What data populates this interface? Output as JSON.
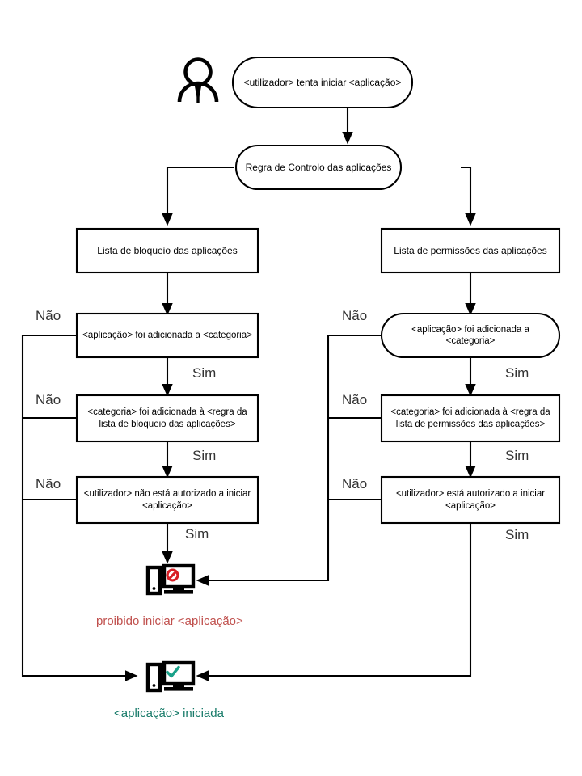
{
  "diagram": {
    "actor": {
      "icon": "user-icon"
    },
    "nodes": {
      "start": {
        "label": "<utilizador> tenta iniciar <aplicação>",
        "shape": "stadium"
      },
      "rule": {
        "label": "Regra de Controlo das aplicações",
        "shape": "stadium"
      },
      "deny_list": {
        "label": "Lista de bloqueio das aplicações",
        "shape": "rect"
      },
      "allow_list": {
        "label": "Lista de permissões das aplicações",
        "shape": "rect"
      },
      "deny_app_in_category": {
        "label": "<aplicação> foi adicionada a <categoria>",
        "shape": "rect"
      },
      "allow_app_in_category": {
        "label": "<aplicação> foi adicionada a <categoria>",
        "shape": "stadium"
      },
      "deny_category_in_rule": {
        "label": "<categoria> foi adicionada à <regra da lista de bloqueio das aplicações>",
        "shape": "rect"
      },
      "allow_category_in_rule": {
        "label": "<categoria> foi adicionada à <regra da lista de permissões das aplicações>",
        "shape": "rect"
      },
      "deny_user_not_allowed": {
        "label": "<utilizador> não está autorizado a iniciar <aplicação>",
        "shape": "rect"
      },
      "allow_user_allowed": {
        "label": "<utilizador> está autorizado a iniciar <aplicação>",
        "shape": "rect"
      }
    },
    "edge_labels": {
      "deny_app_no": "Não",
      "deny_app_yes": "Sim",
      "deny_category_no": "Não",
      "deny_category_yes": "Sim",
      "deny_user_no": "Não",
      "deny_user_yes": "Sim",
      "allow_app_no": "Não",
      "allow_app_yes": "Sim",
      "allow_category_no": "Não",
      "allow_category_yes": "Sim",
      "allow_user_no": "Não",
      "allow_user_yes": "Sim"
    },
    "outcomes": {
      "blocked": {
        "label": "proibido iniciar <aplicação>",
        "color": "#c0504d",
        "icon": "computer-blocked-icon"
      },
      "started": {
        "label": "<aplicação> iniciada",
        "color": "#167a68",
        "icon": "computer-allowed-icon"
      }
    },
    "colors": {
      "stroke": "#000000",
      "node_fill": "#ffffff",
      "blocked": "#d81f26",
      "allowed": "#1aa189"
    }
  }
}
